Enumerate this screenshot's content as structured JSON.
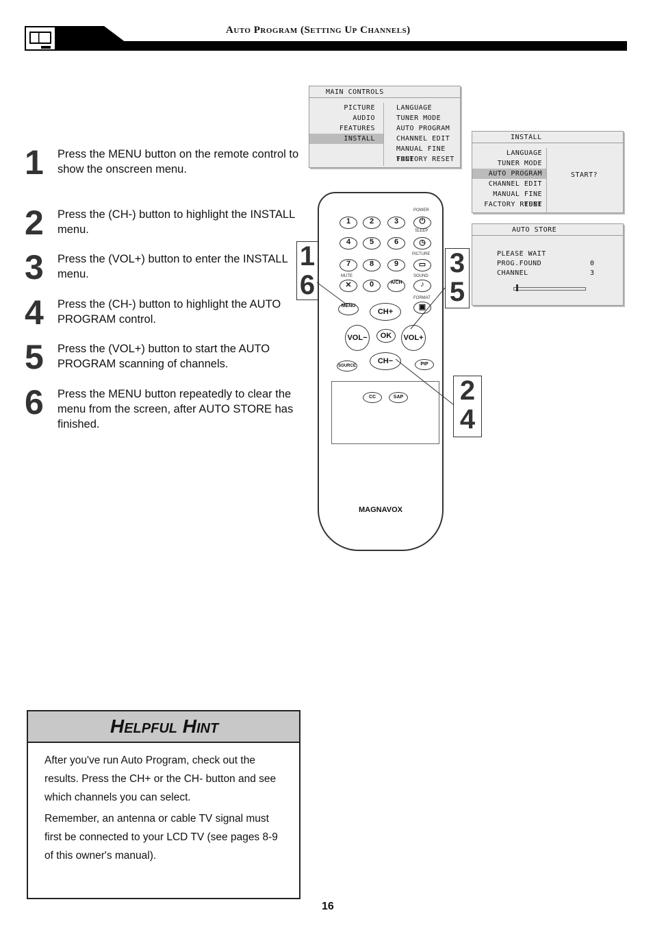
{
  "header": {
    "title": "Auto Program (Setting Up Channels)"
  },
  "steps": [
    {
      "num": "1",
      "text": "Press the MENU button on the remote control to show the onscreen menu."
    },
    {
      "num": "2",
      "text": "Press the (CH-) button to highlight the INSTALL menu."
    },
    {
      "num": "3",
      "text": "Press the (VOL+) button to enter the INSTALL menu."
    },
    {
      "num": "4",
      "text": "Press the (CH-) button to highlight the AUTO PROGRAM control."
    },
    {
      "num": "5",
      "text": "Press the (VOL+) button to start the AUTO PROGRAM scanning of channels."
    },
    {
      "num": "6",
      "text": "Press the MENU button repeatedly to clear the menu from the screen, after AUTO STORE has finished."
    }
  ],
  "main_menu": {
    "title": "MAIN CONTROLS",
    "left": [
      "PICTURE",
      "AUDIO",
      "FEATURES",
      "INSTALL"
    ],
    "right": [
      "LANGUAGE",
      "TUNER MODE",
      "AUTO PROGRAM",
      "CHANNEL EDIT",
      "MANUAL FINE TUNE",
      "FACTORY RESET"
    ]
  },
  "install_menu": {
    "title": "INSTALL",
    "items": [
      "LANGUAGE",
      "TUNER MODE",
      "AUTO PROGRAM",
      "CHANNEL EDIT",
      "MANUAL FINE TUNE",
      "FACTORY RESET"
    ],
    "right": "START?"
  },
  "auto_store": {
    "title": "AUTO STORE",
    "wait": "PLEASE WAIT",
    "prog_label": "PROG.FOUND",
    "prog_val": "0",
    "ch_label": "CHANNEL",
    "ch_val": "3"
  },
  "remote": {
    "brand": "MAGNAVOX",
    "power": "POWER",
    "sleep": "SLEEP",
    "picture": "PICTURE",
    "mute": "MUTE",
    "sound": "SOUND",
    "format": "FORMAT",
    "menu": "MENU",
    "chp": "CH+",
    "chm": "CH−",
    "volm": "VOL−",
    "volp": "VOL+",
    "ok": "OK",
    "source": "SOURCE",
    "pip": "PIP",
    "cc": "CC",
    "sap": "SAP",
    "ach": "A/CH",
    "digits": [
      "1",
      "2",
      "3",
      "4",
      "5",
      "6",
      "7",
      "8",
      "9",
      "0"
    ]
  },
  "callouts": {
    "c16": [
      "1",
      "6"
    ],
    "c35": [
      "3",
      "5"
    ],
    "c24": [
      "2",
      "4"
    ]
  },
  "hint": {
    "title": "Helpful Hint",
    "p1": "After you've run Auto Program, check out the results. Press the CH+ or the CH- button and see which channels you can select.",
    "p2": "Remember, an antenna or cable TV signal must first be connected to your LCD TV (see pages 8-9 of this owner's manual)."
  },
  "page": "16"
}
